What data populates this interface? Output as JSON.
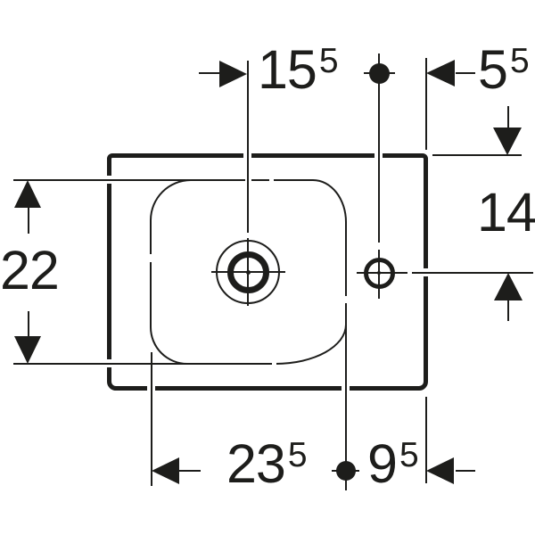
{
  "drawing": {
    "type": "technical-dimension-drawing",
    "subject": "hand-rinse-basin-top-view",
    "background_color": "#ffffff",
    "ink_color": "#1d1d1b",
    "dimensions": {
      "top_left": {
        "main": "15",
        "sup": "5"
      },
      "top_right": {
        "main": "5",
        "sup": "5"
      },
      "left": {
        "main": "22"
      },
      "right": {
        "main": "14"
      },
      "bottom_left": {
        "main": "23",
        "sup": "5"
      },
      "bottom_right": {
        "main": "9",
        "sup": "5"
      }
    }
  }
}
